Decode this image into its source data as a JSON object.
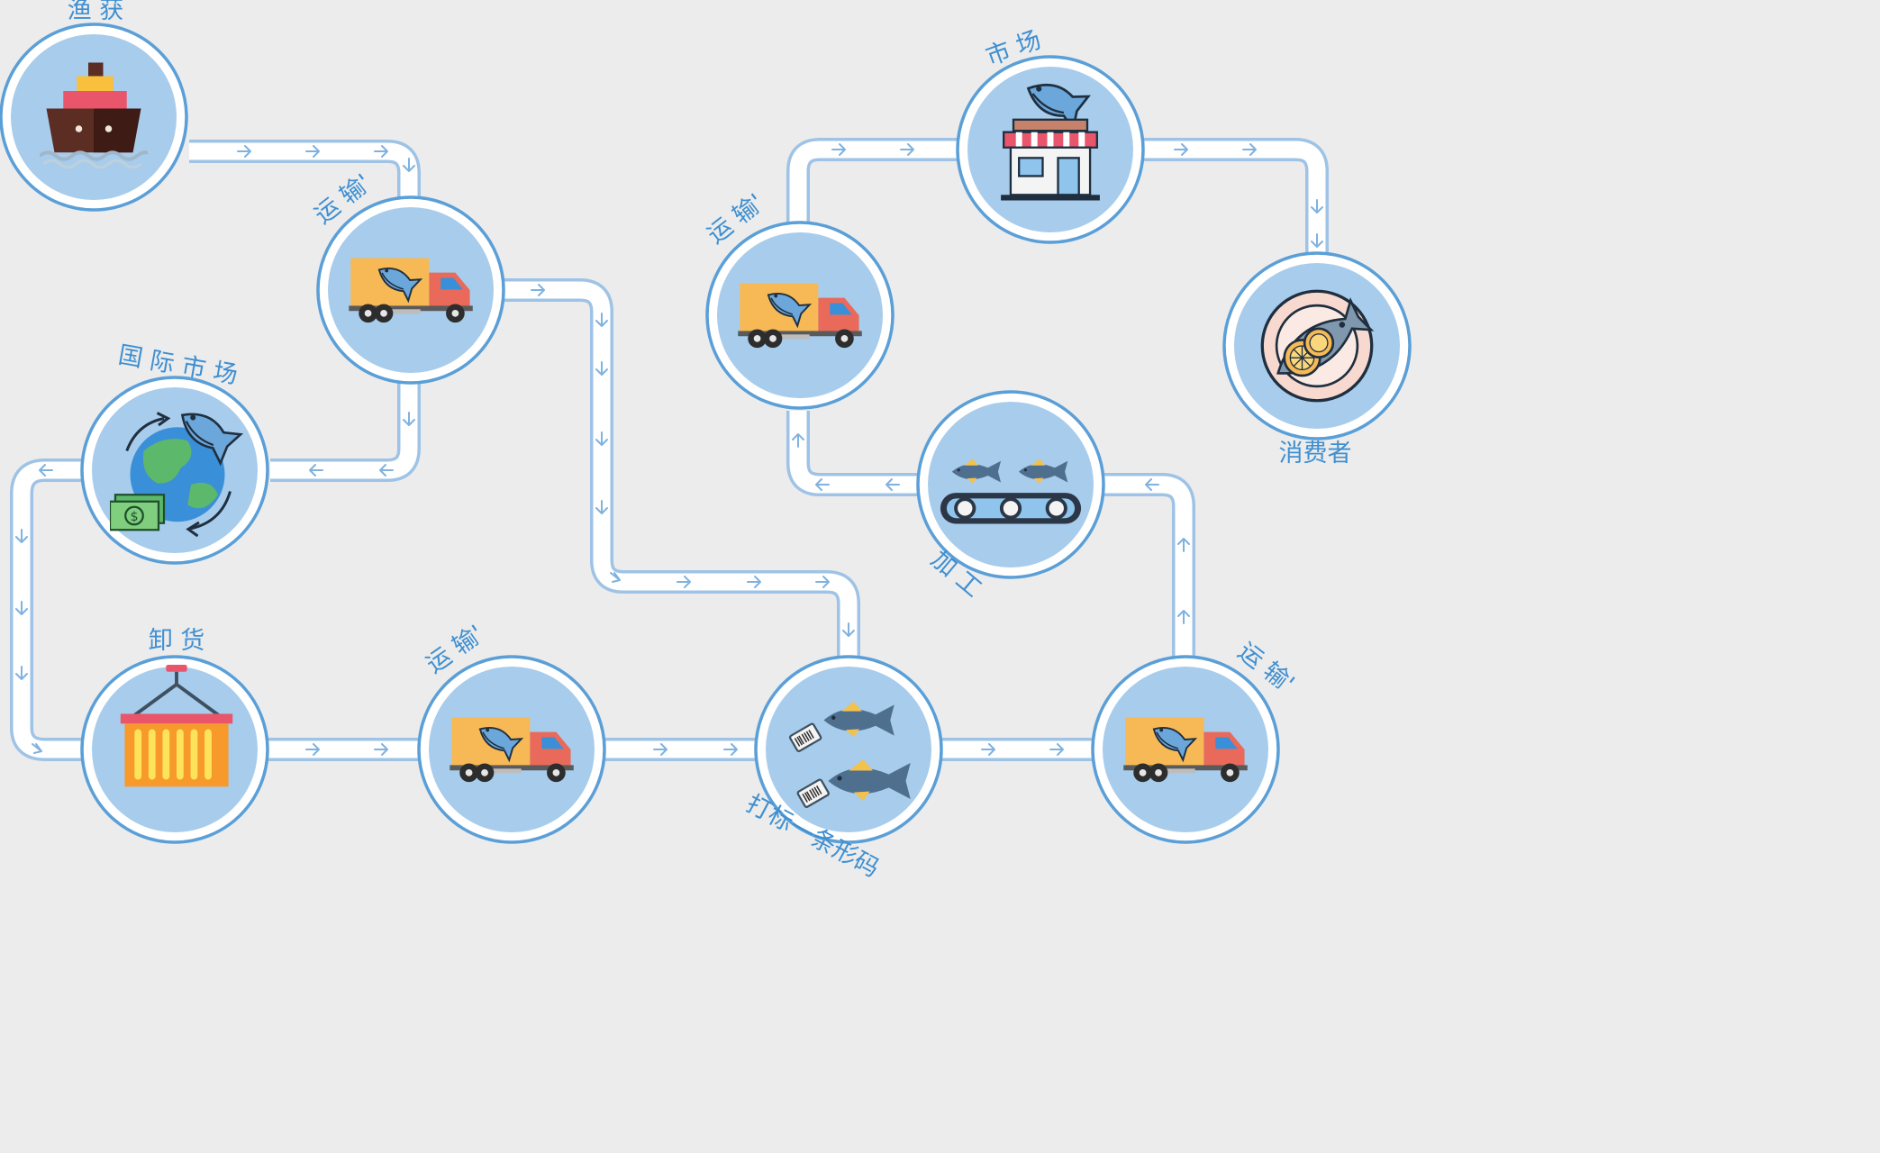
{
  "nodes": {
    "catch": {
      "label": "渔 获",
      "icon": "ship-icon"
    },
    "transport1": {
      "label": "运 输'",
      "icon": "truck-fish-icon"
    },
    "intl": {
      "label": "国 际 市 场",
      "icon": "globe-trade-icon"
    },
    "unload": {
      "label": "卸 货",
      "icon": "cargo-container-icon"
    },
    "transport2": {
      "label": "运 输'",
      "icon": "truck-fish-icon"
    },
    "barcode": {
      "label": "打标一条形码",
      "icon": "tagged-fish-icon"
    },
    "transport3": {
      "label": "运 输'",
      "icon": "truck-fish-icon"
    },
    "processing": {
      "label": "加 工",
      "icon": "conveyor-fish-icon"
    },
    "transport4": {
      "label": "运 输'",
      "icon": "truck-fish-icon"
    },
    "market": {
      "label": "市 场",
      "icon": "fish-shop-icon"
    },
    "consumer": {
      "label": "消费者",
      "icon": "fish-plate-icon"
    }
  },
  "colors": {
    "background": "#ececec",
    "node_fill": "#a8ccec",
    "node_ring": "#5a9fd8",
    "pipe": "#9ec3e6",
    "label": "#3f8fd1"
  }
}
